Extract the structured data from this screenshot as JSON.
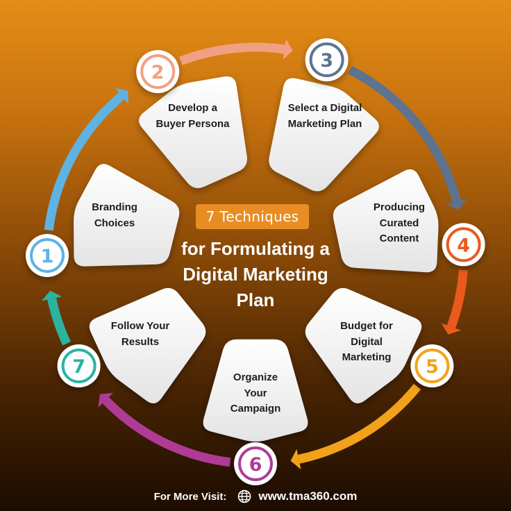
{
  "center": {
    "tag": "7 Techniques",
    "title_lines": [
      "for Formulating a",
      "Digital Marketing",
      "Plan"
    ]
  },
  "steps": [
    {
      "number": "1",
      "lines": [
        "Branding",
        "Choices"
      ],
      "color": "#5fb3e3"
    },
    {
      "number": "2",
      "lines": [
        "Develop a",
        "Buyer Persona"
      ],
      "color": "#f2a084"
    },
    {
      "number": "3",
      "lines": [
        "Select a Digital",
        "Marketing Plan"
      ],
      "color": "#5d7390"
    },
    {
      "number": "4",
      "lines": [
        "Producing",
        "Curated",
        "Content"
      ],
      "color": "#ea5a1c"
    },
    {
      "number": "5",
      "lines": [
        "Budget for",
        "Digital",
        "Marketing"
      ],
      "color": "#f2a21a"
    },
    {
      "number": "6",
      "lines": [
        "Organize",
        "Your",
        "Campaign"
      ],
      "color": "#b03b96"
    },
    {
      "number": "7",
      "lines": [
        "Follow Your",
        "Results"
      ],
      "color": "#2bb3a0"
    }
  ],
  "footer": {
    "label": "For More Visit:",
    "url": "www.tma360.com",
    "icon": "globe-icon"
  },
  "colors": {
    "background_top": "#e48e17",
    "background_bottom": "#1c0c00",
    "tag_background": "#e88d24"
  }
}
